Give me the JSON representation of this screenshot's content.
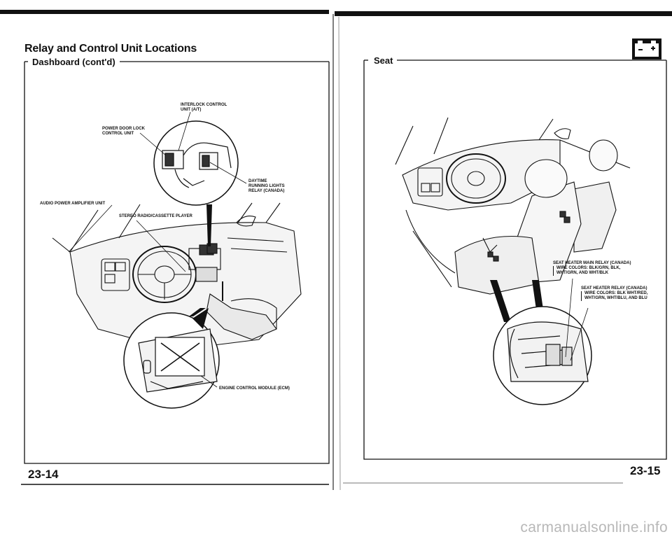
{
  "left_page": {
    "title": "Relay and Control Unit Locations",
    "section": "Dashboard (cont'd)",
    "labels": {
      "interlock_line1": "INTERLOCK CONTROL",
      "interlock_line2": "UNIT (A/T)",
      "power_door_line1": "POWER DOOR LOCK",
      "power_door_line2": "CONTROL UNIT",
      "drl_line1": "DAYTIME",
      "drl_line2": "RUNNING LIGHTS",
      "drl_line3": "RELAY (Canada)",
      "audio_amp": "AUDIO POWER AMPLIFIER UNIT",
      "stereo": "STEREO RADIO/CASSETTE PLAYER",
      "ecm": "ENGINE CONTROL MODULE (ECM)"
    },
    "page_number": "23-14"
  },
  "right_page": {
    "section": "Seat",
    "labels": {
      "main_relay_line1": "SEAT HEATER MAIN RELAY (Canada)",
      "main_relay_line2": "Wire colors: BLK/GRN, BLK,",
      "main_relay_line3": "WHT/GRN, and WHT/BLK",
      "relay_line1": "SEAT HEATER RELAY (Canada)",
      "relay_line2": "Wire colors: BLK WHT/RED,",
      "relay_line3": "WHT/GRN, WHT/BLU, and BLU"
    },
    "page_number": "23-15",
    "battery_symbol": "- +"
  },
  "watermark": "carmanualsonline.info"
}
